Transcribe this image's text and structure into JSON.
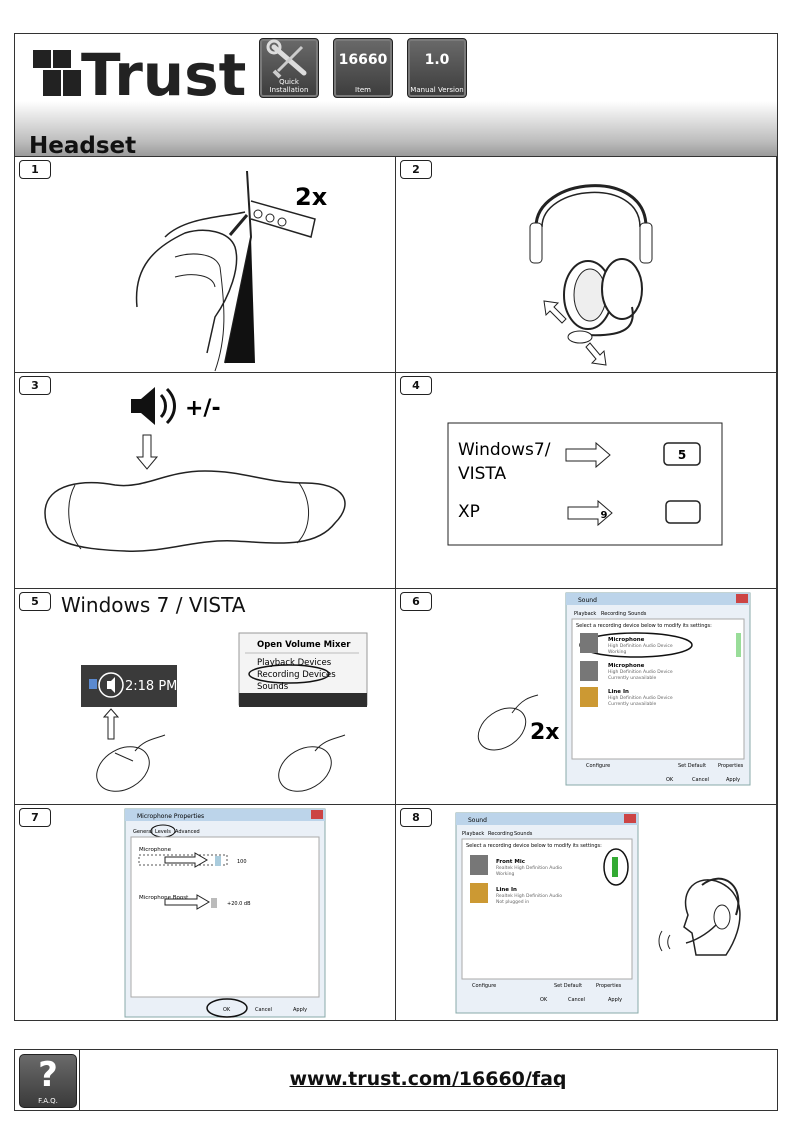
{
  "header": {
    "brand": "Trust",
    "badges": [
      {
        "big": "",
        "small": "Quick Installation",
        "icon": "wrench-screwdriver-icon"
      },
      {
        "big": "16660",
        "small": "Item"
      },
      {
        "big": "1.0",
        "small": "Manual Version"
      }
    ],
    "title": "Headset"
  },
  "steps": {
    "s1": {
      "num": "1",
      "note": "2x"
    },
    "s2": {
      "num": "2"
    },
    "s3": {
      "num": "3",
      "note": "+/-"
    },
    "s4": {
      "num": "4",
      "os1": "Windows7/",
      "os1b": "VISTA",
      "os2": "XP",
      "target1": "5",
      "target2": "9"
    },
    "s5": {
      "num": "5",
      "title": "Windows 7 / VISTA",
      "clock": "2:18 PM",
      "menu": [
        "Open Volume Mixer",
        "Playback Devices",
        "Recording Devices",
        "Sounds"
      ]
    },
    "s6": {
      "num": "6",
      "note": "2x",
      "window_title": "Sound",
      "tabs": [
        "Playback",
        "Recording",
        "Sounds"
      ],
      "instruction": "Select a recording device below to modify its settings:",
      "devices": [
        {
          "name": "Microphone",
          "line1": "High Definition Audio Device",
          "line2": "Working"
        },
        {
          "name": "Microphone",
          "line1": "High Definition Audio Device",
          "line2": "Currently unavailable"
        },
        {
          "name": "Line In",
          "line1": "High Definition Audio Device",
          "line2": "Currently unavailable"
        }
      ],
      "buttons": [
        "Configure",
        "Set Default",
        "Properties",
        "OK",
        "Cancel",
        "Apply"
      ]
    },
    "s7": {
      "num": "7",
      "window_title": "Microphone Properties",
      "tabs": [
        "General",
        "Levels",
        "Advanced"
      ],
      "mic_label": "Microphone",
      "mic_value": "100",
      "boost_label": "Microphone Boost",
      "boost_value": "+20.0 dB",
      "buttons": [
        "OK",
        "Cancel",
        "Apply"
      ]
    },
    "s8": {
      "num": "8",
      "window_title": "Sound",
      "tabs": [
        "Playback",
        "Recording",
        "Sounds"
      ],
      "instruction": "Select a recording device below to modify its settings:",
      "devices": [
        {
          "name": "Front Mic",
          "line1": "Realtek High Definition Audio",
          "line2": "Working"
        },
        {
          "name": "Line In",
          "line1": "Realtek High Definition Audio",
          "line2": "Not plugged in"
        }
      ],
      "buttons": [
        "Configure",
        "Set Default",
        "Properties",
        "OK",
        "Cancel",
        "Apply"
      ]
    }
  },
  "footer": {
    "icon_label": "F.A.Q.",
    "icon_glyph": "?",
    "link": "www.trust.com/16660/faq"
  }
}
